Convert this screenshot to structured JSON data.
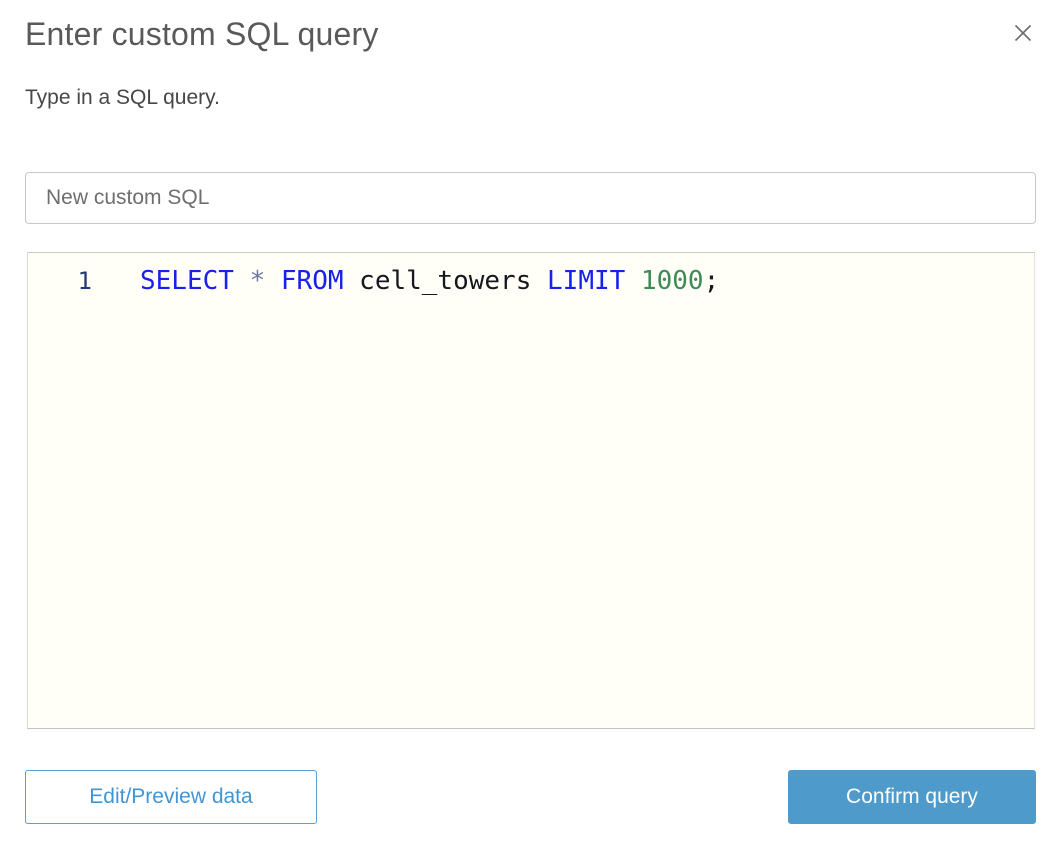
{
  "dialog": {
    "title": "Enter custom SQL query",
    "subtitle": "Type in a SQL query."
  },
  "name_input": {
    "value": "New custom SQL"
  },
  "editor": {
    "lines": [
      {
        "number": "1",
        "tokens": [
          {
            "text": "SELECT",
            "type": "keyword"
          },
          {
            "text": " ",
            "type": "plain"
          },
          {
            "text": "*",
            "type": "operator"
          },
          {
            "text": " ",
            "type": "plain"
          },
          {
            "text": "FROM",
            "type": "keyword"
          },
          {
            "text": " cell_towers ",
            "type": "plain"
          },
          {
            "text": "LIMIT",
            "type": "keyword"
          },
          {
            "text": " ",
            "type": "plain"
          },
          {
            "text": "1000",
            "type": "number"
          },
          {
            "text": ";",
            "type": "plain"
          }
        ]
      }
    ],
    "colors": {
      "keyword": "#1721ee",
      "operator": "#6b7aa1",
      "number": "#3f8a57",
      "plain": "#15181e",
      "line_number": "#223a70",
      "background": "#fffef7"
    }
  },
  "footer": {
    "edit_preview_label": "Edit/Preview data",
    "confirm_label": "Confirm query"
  },
  "colors": {
    "accent": "#4e9acb",
    "secondary_button_text": "#4295d5",
    "title_text": "#595959",
    "close_icon": "#6b6b6b"
  }
}
